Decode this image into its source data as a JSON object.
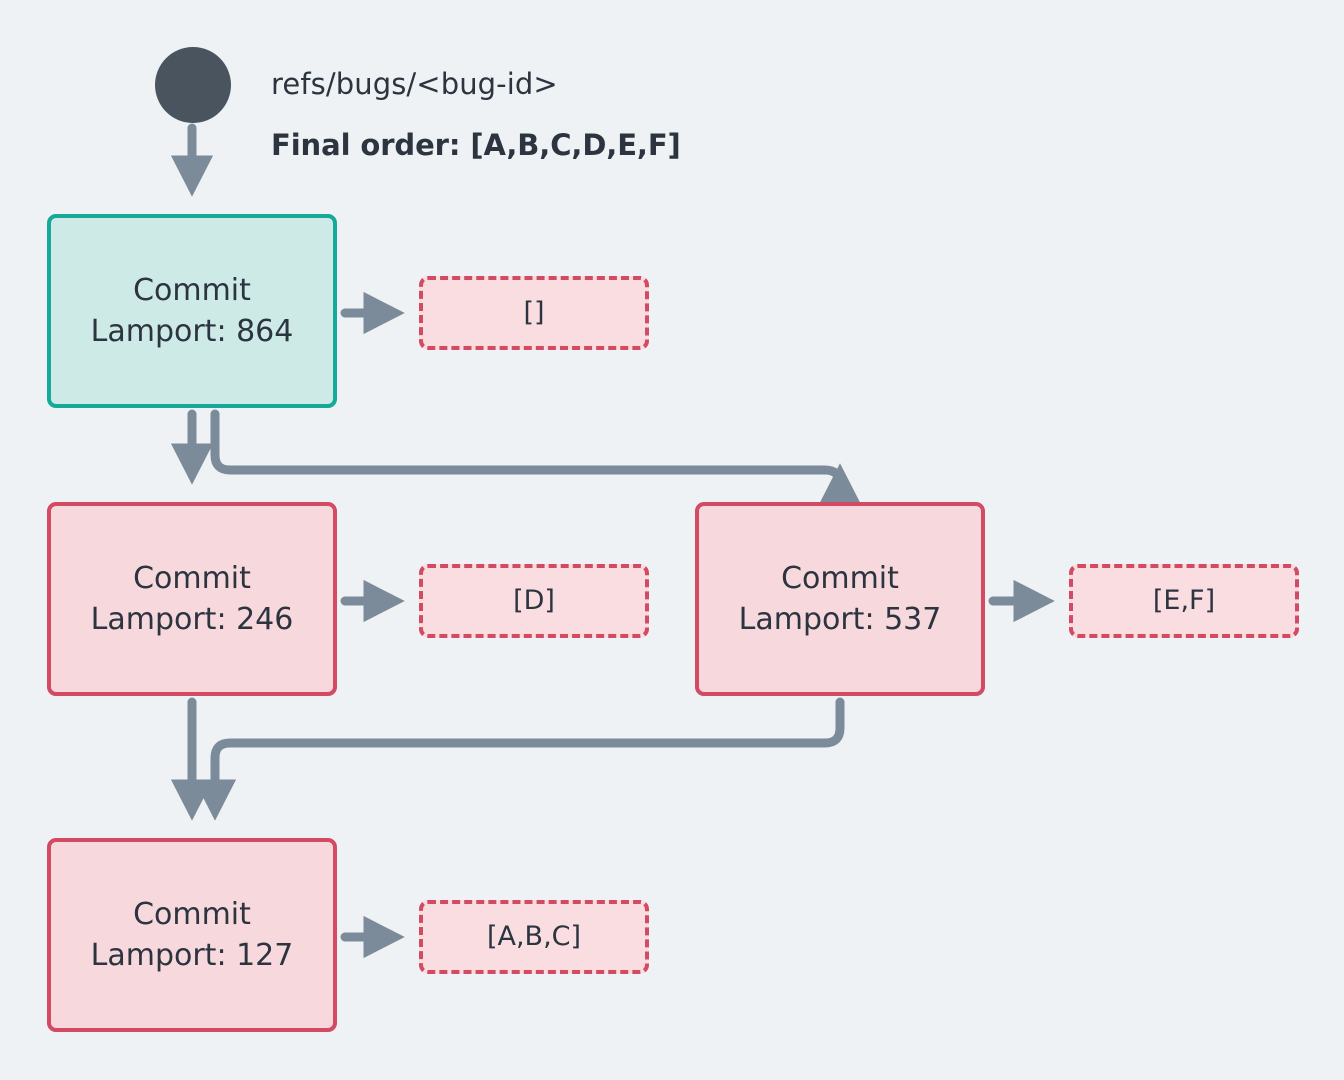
{
  "diagram": {
    "title_ref": "refs/bugs/<bug-id>",
    "final_order": "Final order: [A,B,C,D,E,F]",
    "root_node_name": "root-ref-node",
    "colors": {
      "background": "#eff2f5",
      "root_fill": "#49545e",
      "edge": "#7b8b99",
      "teal_border": "#16a99a",
      "teal_fill": "#cdeae7",
      "pink_border": "#d24b63",
      "pink_fill": "#f7d9dd",
      "payload_fill": "#f9dde1",
      "text": "#2c3440"
    },
    "nodes": [
      {
        "id": "864",
        "label_title": "Commit",
        "label_lamport": "Lamport: 864",
        "style": "teal",
        "payload": "[]"
      },
      {
        "id": "246",
        "label_title": "Commit",
        "label_lamport": "Lamport: 246",
        "style": "pink",
        "payload": "[D]"
      },
      {
        "id": "537",
        "label_title": "Commit",
        "label_lamport": "Lamport: 537",
        "style": "pink",
        "payload": "[E,F]"
      },
      {
        "id": "127",
        "label_title": "Commit",
        "label_lamport": "Lamport: 127",
        "style": "pink",
        "payload": "[A,B,C]"
      }
    ],
    "edges": [
      {
        "from": "root",
        "to": "864",
        "kind": "straight-down"
      },
      {
        "from": "864",
        "to": "246",
        "kind": "straight-down"
      },
      {
        "from": "864",
        "to": "537",
        "kind": "elbow-right"
      },
      {
        "from": "246",
        "to": "127",
        "kind": "straight-down"
      },
      {
        "from": "537",
        "to": "127",
        "kind": "elbow-left"
      },
      {
        "from": "864",
        "to": "payload-864",
        "kind": "short-right"
      },
      {
        "from": "246",
        "to": "payload-246",
        "kind": "short-right"
      },
      {
        "from": "537",
        "to": "payload-537",
        "kind": "short-right"
      },
      {
        "from": "127",
        "to": "payload-127",
        "kind": "short-right"
      }
    ]
  }
}
